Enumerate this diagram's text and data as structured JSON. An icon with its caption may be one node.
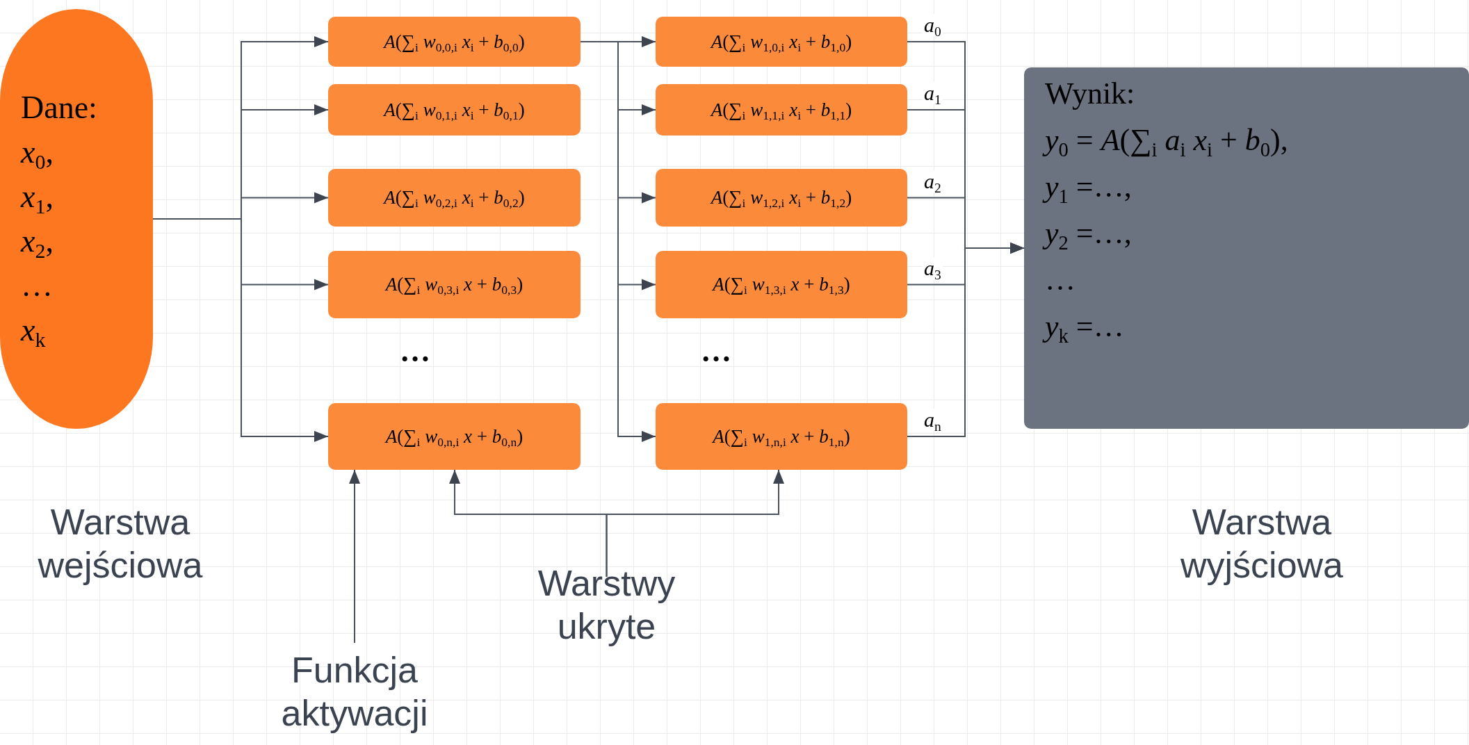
{
  "diagram": {
    "nodes": [
      {
        "text": [
          "Dane:",
          "*x*$_{0}$,",
          "*x*$_{1}$,",
          "*x*$_{2}$,",
          "…",
          "*x*$_{k}$"
        ]
      },
      {
        "text": [
          "*A*(∑$_{i}$ *w*$_{0,0,i}$ *x*$_{i}$ + *b*$_{0,0}$)"
        ]
      },
      {
        "text": [
          "*A*(∑$_{i}$ *w*$_{0,1,i}$ *x*$_{i}$ + *b*$_{0,1}$)"
        ]
      },
      {
        "text": [
          "*A*(∑$_{i}$ *w*$_{0,2,i}$ *x*$_{i}$ + *b*$_{0,2}$)"
        ]
      },
      {
        "text": [
          "*A*(∑$_{i}$ *w*$_{0,3,i}$ *x* + *b*$_{0,3}$)"
        ]
      },
      {
        "text": [
          "*A*(∑$_{i}$ *w*$_{0,n,i}$ *x* + *b*$_{0,n}$)"
        ]
      },
      {
        "text": [
          "*A*(∑$_{i}$ *w*$_{1,0,i}$ *x*$_{i}$ + *b*$_{1,0}$)"
        ]
      },
      {
        "text": [
          "*A*(∑$_{i}$ *w*$_{1,1,i}$ *x*$_{i}$ + *b*$_{1,1}$)"
        ]
      },
      {
        "text": [
          "*A*(∑$_{i}$ *w*$_{1,2,i}$ *x*$_{i}$ + *b*$_{1,2}$)"
        ]
      },
      {
        "text": [
          "*A*(∑$_{i}$ *w*$_{1,3,i}$ *x* + *b*$_{1,3}$)"
        ]
      },
      {
        "text": [
          "*A*(∑$_{i}$ *w*$_{1,n,i}$ *x* + *b*$_{1,n}$)"
        ]
      },
      {
        "text": [
          "Wynik:",
          "*y*$_{0}$ = *A*(∑$_{i}$ *a*$_{i}$ *x*$_{i}$ + *b*$_{0}$),",
          "*y*$_{1}$ =…,",
          "*y*$_{2}$ =…,",
          "…",
          "*y*$_{k}$ =…"
        ]
      },
      {
        "text": [
          "Warstwy ukryte"
        ]
      },
      {
        "text": [
          "Funkcja aktywacji"
        ]
      }
    ],
    "edges": [
      {
        "from": 0,
        "to": 1,
        "arrow": "to"
      },
      {
        "from": 0,
        "to": 2,
        "arrow": "to"
      },
      {
        "from": 0,
        "to": 3,
        "arrow": "to"
      },
      {
        "from": 0,
        "to": 4,
        "arrow": "to"
      },
      {
        "from": 0,
        "to": 5,
        "arrow": "to"
      },
      {
        "from": 1,
        "to": 6,
        "arrow": "to"
      },
      {
        "from": 1,
        "to": 7,
        "arrow": "to"
      },
      {
        "from": 1,
        "to": 8,
        "arrow": "to"
      },
      {
        "from": 1,
        "to": 9,
        "arrow": "to"
      },
      {
        "from": 1,
        "to": 10,
        "arrow": "to"
      },
      {
        "from": 6,
        "to": 11,
        "arrow": "to",
        "label": "*a*$_{0}$"
      },
      {
        "from": 7,
        "to": 11,
        "arrow": "to",
        "label": "*a*$_{1}$"
      },
      {
        "from": 8,
        "to": 11,
        "arrow": "to",
        "label": "*a*$_{2}$"
      },
      {
        "from": 9,
        "to": 11,
        "arrow": "to",
        "label": "*a*$_{3}$"
      },
      {
        "from": 10,
        "to": 11,
        "arrow": "to",
        "label": "*a*$_{n}$"
      },
      {
        "from": 13,
        "to": 5,
        "arrow": "to"
      },
      {
        "from": 12,
        "to": 5,
        "arrow": "to"
      },
      {
        "from": 12,
        "to": 10,
        "arrow": "to"
      }
    ],
    "labels": [
      "…",
      "…",
      "Warstwa wejściowa",
      "Warstwa wyjściowa"
    ]
  }
}
